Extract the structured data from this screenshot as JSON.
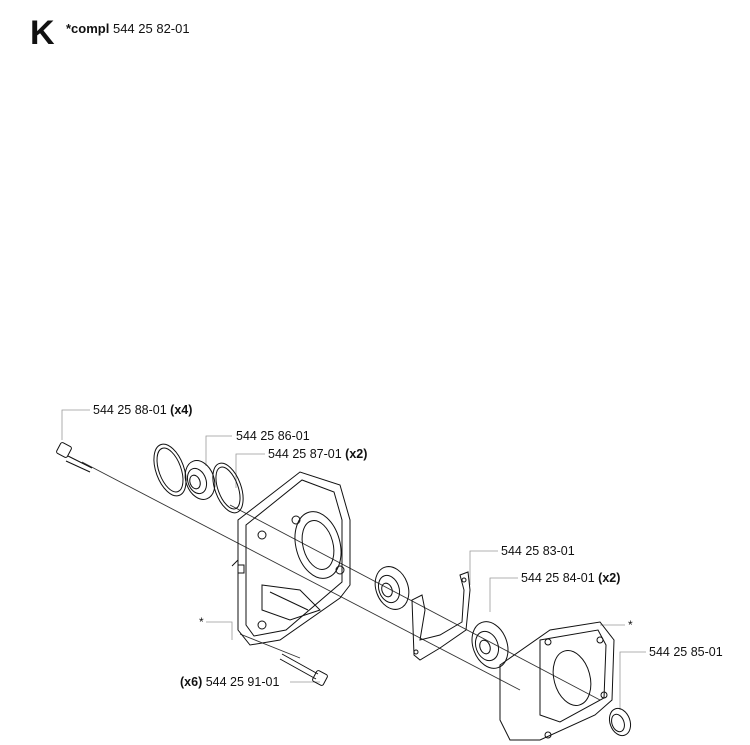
{
  "section": {
    "letter": "K",
    "compl_prefix": "*compl",
    "compl_part": "544 25 82-01"
  },
  "parts": [
    {
      "number": "544 25 88-01",
      "qty": "(x4)"
    },
    {
      "number": "544 25 86-01",
      "qty": ""
    },
    {
      "number": "544 25 87-01",
      "qty": "(x2)"
    },
    {
      "number": "544 25 83-01",
      "qty": ""
    },
    {
      "number": "544 25 84-01",
      "qty": "(x2)"
    },
    {
      "number": "544 25 85-01",
      "qty": ""
    },
    {
      "number": "544 25 91-01",
      "qty": "(x6)"
    }
  ],
  "markers": {
    "left_star": "*",
    "right_star": "*"
  }
}
